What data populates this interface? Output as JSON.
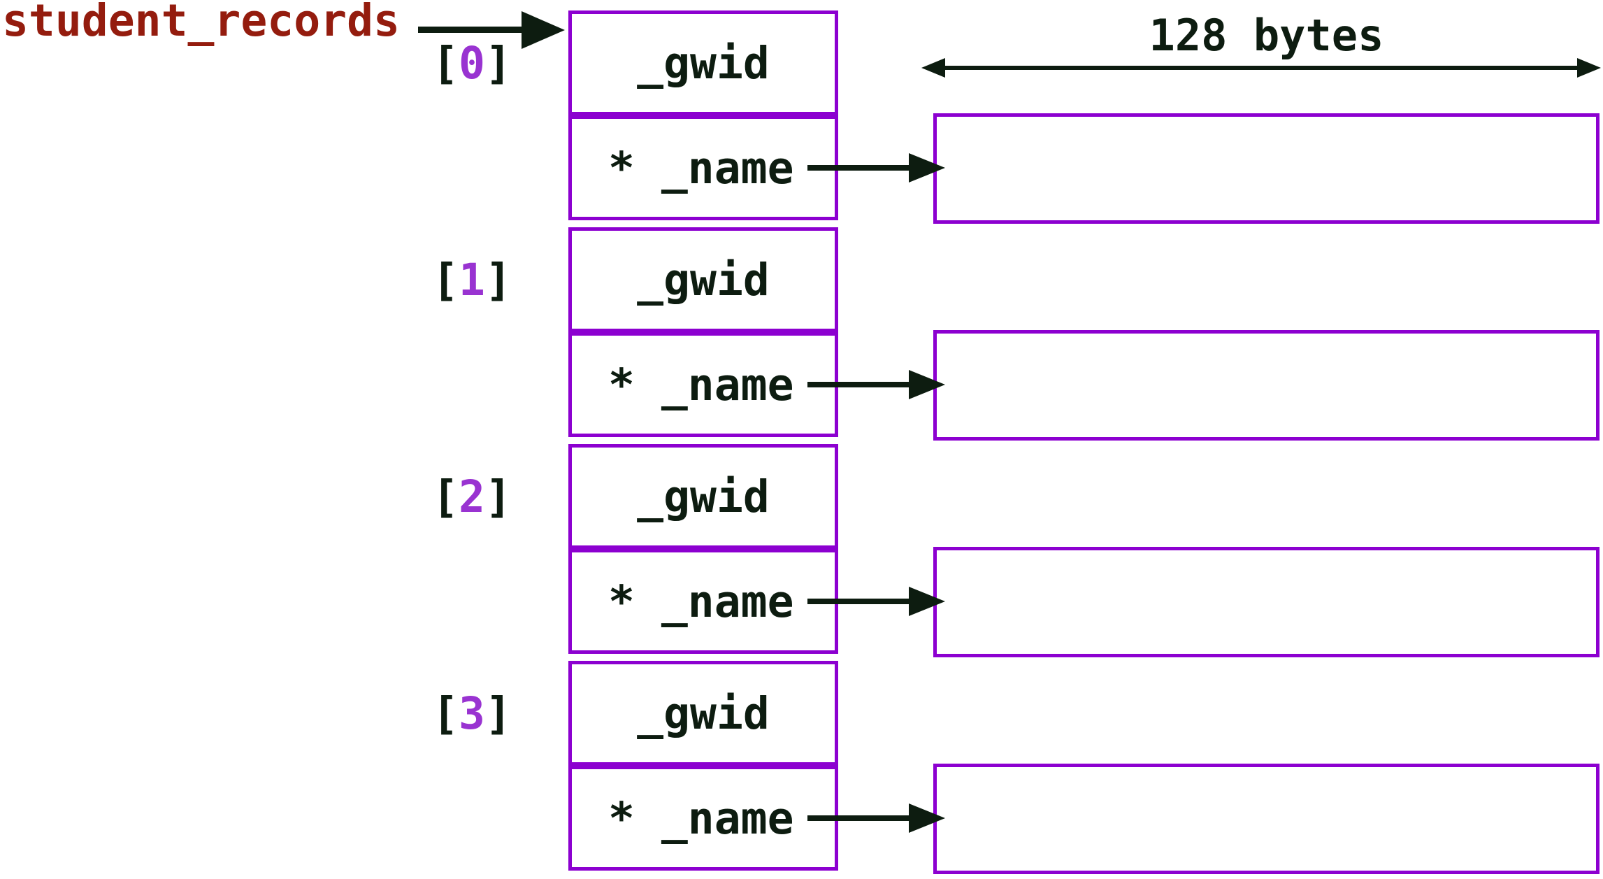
{
  "pointer": {
    "label": "student_records"
  },
  "size_annotation": {
    "label": "128 bytes"
  },
  "fields": {
    "gwid_label": "_gwid",
    "name_label": "* _name"
  },
  "records": [
    {
      "bracket_open": "[",
      "digit": "0",
      "bracket_close": "]"
    },
    {
      "bracket_open": "[",
      "digit": "1",
      "bracket_close": "]"
    },
    {
      "bracket_open": "[",
      "digit": "2",
      "bracket_close": "]"
    },
    {
      "bracket_open": "[",
      "digit": "3",
      "bracket_close": "]"
    }
  ],
  "colors": {
    "box_border": "#8c00d0",
    "index_digit": "#9933d1",
    "dark_text": "#0d1c10",
    "pointer_label": "#941c0e"
  }
}
